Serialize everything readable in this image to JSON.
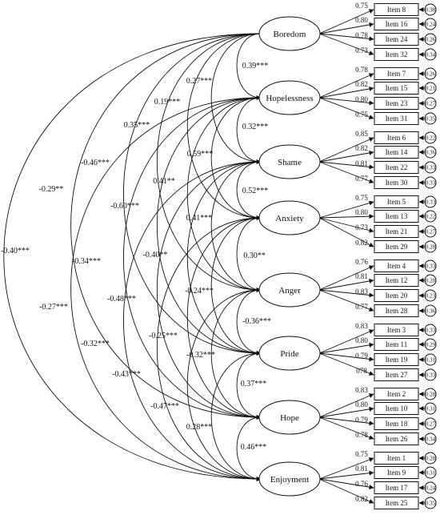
{
  "factors": [
    {
      "name": "Boredom",
      "items": [
        {
          "label": "Item 8",
          "loading": "0.75",
          "error": "0.38"
        },
        {
          "label": "Item 16",
          "loading": "0.80",
          "error": "0.24"
        },
        {
          "label": "Item 24",
          "loading": "0.78",
          "error": "0.26"
        },
        {
          "label": "Item 32",
          "loading": "0.73",
          "error": "0.34"
        }
      ]
    },
    {
      "name": "Hopelessness",
      "items": [
        {
          "label": "Item 7",
          "loading": "0.78",
          "error": "0.26"
        },
        {
          "label": "Item 15",
          "loading": "0.82",
          "error": "0.21"
        },
        {
          "label": "Item 23",
          "loading": "0.80",
          "error": "0.27"
        },
        {
          "label": "Item 31",
          "loading": "0.75",
          "error": "0.35"
        }
      ]
    },
    {
      "name": "Shame",
      "items": [
        {
          "label": "Item 6",
          "loading": "0.85",
          "error": "0.22"
        },
        {
          "label": "Item 14",
          "loading": "0.82",
          "error": "0.36"
        },
        {
          "label": "Item 22",
          "loading": "0.81",
          "error": "0.33"
        },
        {
          "label": "Item 30",
          "loading": "0.77",
          "error": "0.33"
        }
      ]
    },
    {
      "name": "Anxiety",
      "items": [
        {
          "label": "Item 5",
          "loading": "0.75",
          "error": "0.33"
        },
        {
          "label": "Item 13",
          "loading": "0.80",
          "error": "0.22"
        },
        {
          "label": "Item 21",
          "loading": "0.73",
          "error": "0.27"
        },
        {
          "label": "Item 29",
          "loading": "0.82",
          "error": "0.20"
        }
      ]
    },
    {
      "name": "Anger",
      "items": [
        {
          "label": "Item 4",
          "loading": "0.76",
          "error": "0.33"
        },
        {
          "label": "Item 12",
          "loading": "0.81",
          "error": "0.28"
        },
        {
          "label": "Item 20",
          "loading": "0.83",
          "error": "0.23"
        },
        {
          "label": "Item 28",
          "loading": "0.77",
          "error": "0.36"
        }
      ]
    },
    {
      "name": "Pride",
      "items": [
        {
          "label": "Item 3",
          "loading": "0.83",
          "error": "0.33"
        },
        {
          "label": "Item 11",
          "loading": "0.80",
          "error": "0.29"
        },
        {
          "label": "Item 19",
          "loading": "0.79",
          "error": "0.31"
        },
        {
          "label": "Item 27",
          "loading": "078",
          "error": "0.33"
        }
      ]
    },
    {
      "name": "Hope",
      "items": [
        {
          "label": "Item 2",
          "loading": "0.83",
          "error": "0.28"
        },
        {
          "label": "Item 10",
          "loading": "0.80",
          "error": "0.31"
        },
        {
          "label": "Item 18",
          "loading": "0.79",
          "error": "0.27"
        },
        {
          "label": "Item 26",
          "loading": "0.78",
          "error": "0.34"
        }
      ]
    },
    {
      "name": "Enjoyment",
      "items": [
        {
          "label": "Item 1",
          "loading": "0.75",
          "error": "0.28"
        },
        {
          "label": "Item 9",
          "loading": "0.81",
          "error": "0.31"
        },
        {
          "label": "Item 17",
          "loading": "0.76",
          "error": "0.24"
        },
        {
          "label": "Item 25",
          "loading": "0.82",
          "error": "0.35"
        }
      ]
    }
  ],
  "correlations": [
    {
      "from": 0,
      "to": 1,
      "label": "0.39***"
    },
    {
      "from": 1,
      "to": 2,
      "label": "0.32***"
    },
    {
      "from": 2,
      "to": 3,
      "label": "0.52***"
    },
    {
      "from": 3,
      "to": 4,
      "label": "0.30**"
    },
    {
      "from": 4,
      "to": 5,
      "label": "-0.36***"
    },
    {
      "from": 5,
      "to": 6,
      "label": "0.37***"
    },
    {
      "from": 6,
      "to": 7,
      "label": "0.46***"
    },
    {
      "from": 0,
      "to": 2,
      "label": "0.27***"
    },
    {
      "from": 1,
      "to": 3,
      "label": "0.59***"
    },
    {
      "from": 2,
      "to": 4,
      "label": "0.41***"
    },
    {
      "from": 3,
      "to": 5,
      "label": "-0.24***"
    },
    {
      "from": 4,
      "to": 6,
      "label": "-0.32***"
    },
    {
      "from": 5,
      "to": 7,
      "label": "0.28***"
    },
    {
      "from": 0,
      "to": 3,
      "label": "0.19***"
    },
    {
      "from": 1,
      "to": 4,
      "label": "0.41**"
    },
    {
      "from": 2,
      "to": 5,
      "label": "-0.40**"
    },
    {
      "from": 3,
      "to": 6,
      "label": "-0.25***"
    },
    {
      "from": 4,
      "to": 7,
      "label": "-0.47***"
    },
    {
      "from": 0,
      "to": 4,
      "label": "0.35***"
    },
    {
      "from": 1,
      "to": 5,
      "label": "-0.60***"
    },
    {
      "from": 2,
      "to": 6,
      "label": "-0.48***"
    },
    {
      "from": 3,
      "to": 7,
      "label": "-0.43***"
    },
    {
      "from": 0,
      "to": 5,
      "label": "-0.46***"
    },
    {
      "from": 1,
      "to": 6,
      "label": "-0.34***"
    },
    {
      "from": 2,
      "to": 7,
      "label": "-0.32***"
    },
    {
      "from": 0,
      "to": 6,
      "label": "-0.29**"
    },
    {
      "from": 1,
      "to": 7,
      "label": "-0.27***"
    },
    {
      "from": 0,
      "to": 7,
      "label": "-0.40***"
    }
  ]
}
